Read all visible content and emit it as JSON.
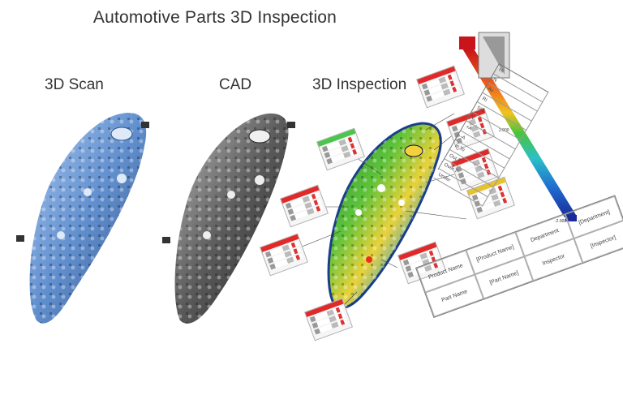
{
  "title": "Automotive Parts 3D Inspection",
  "panels": {
    "scan_label": "3D Scan",
    "cad_label": "CAD",
    "inspection_label": "3D Inspection"
  },
  "legend_rows": [
    "Hi",
    "N",
    "Av",
    "RI",
    "SIG",
    "V",
    "+A",
    "-A",
    "In To",
    "Out T",
    "Over T",
    "Under"
  ],
  "info_table": {
    "product_name_label": "Product Name",
    "product_name_value": "[Product Name]",
    "department_label": "Department",
    "department_value": "[Department]",
    "part_name_label": "Part Name",
    "part_name_value": "[Part Name]",
    "inspector_label": "Inspector",
    "inspector_value": "[Inspector]"
  },
  "scale": {
    "top_value": "2.000",
    "bottom_value": "-2.000"
  },
  "colors": {
    "scan_blue": "#4f82c8",
    "cad_gray": "#5a5a5a",
    "header_red": "#e02a2a",
    "header_green": "#4cc54c",
    "header_yellow": "#e6c22c"
  }
}
